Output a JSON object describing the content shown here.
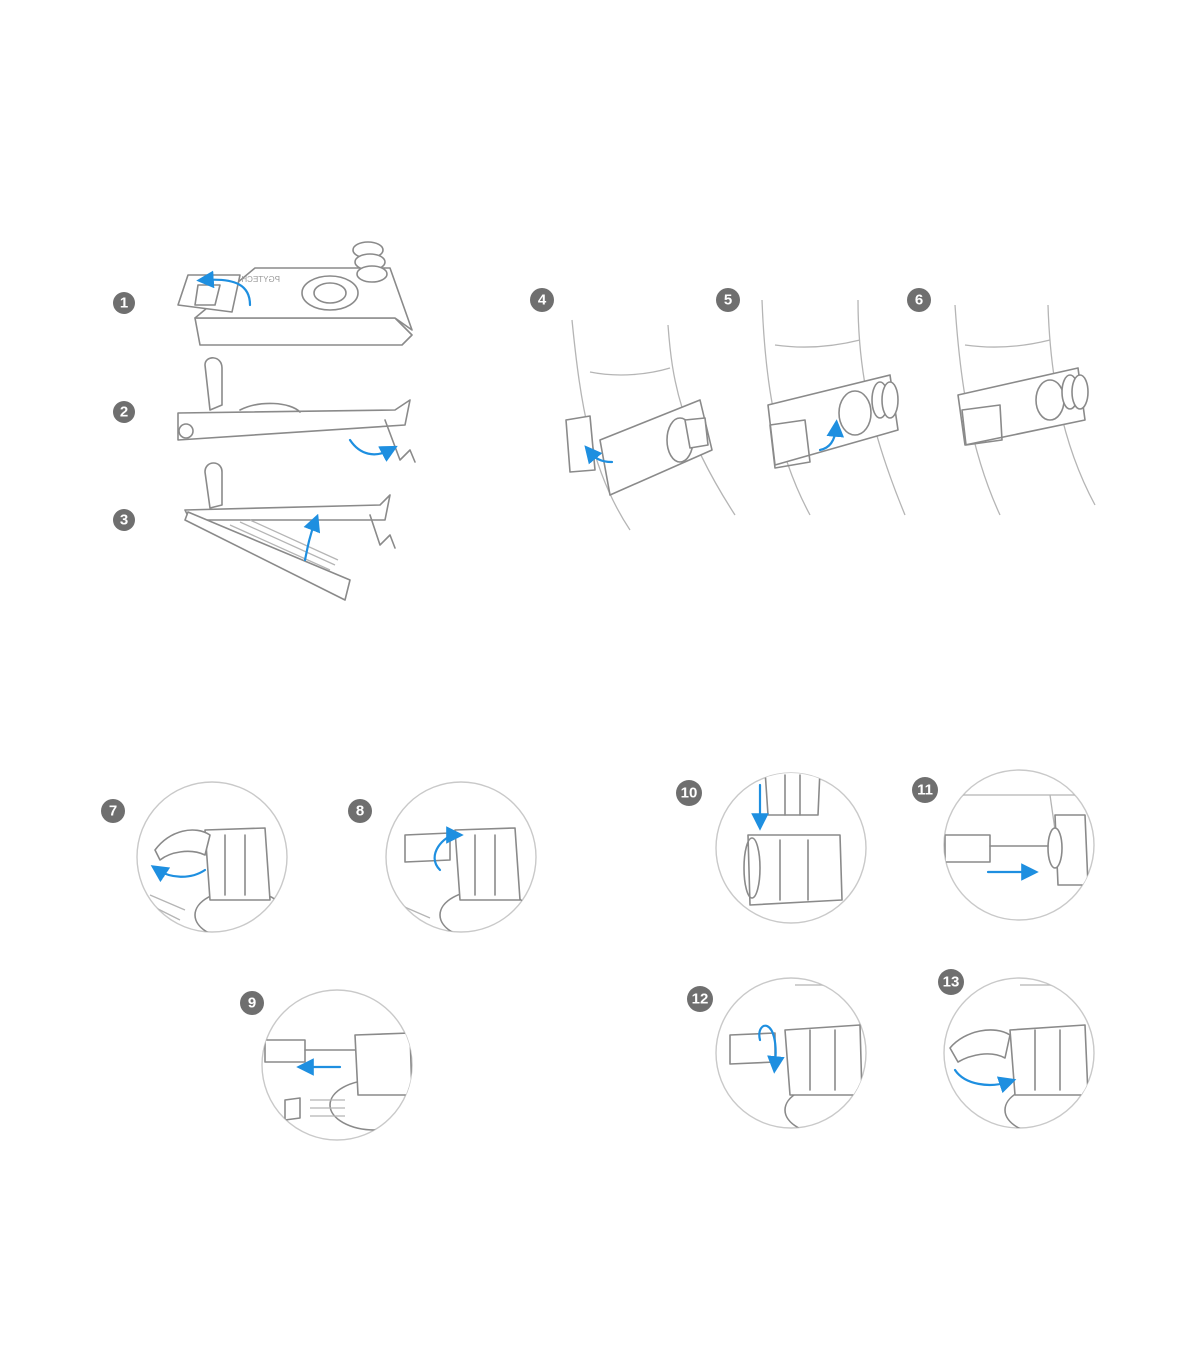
{
  "title": "Mount installation steps",
  "logo_text": "PGYTECH",
  "steps": [
    "1",
    "2",
    "3",
    "4",
    "5",
    "6",
    "7",
    "8",
    "9",
    "10",
    "11",
    "12",
    "13"
  ],
  "colors": {
    "arrow": "#1e8fe0",
    "badge": "#6f6f6f",
    "line": "#8a8a8a"
  }
}
